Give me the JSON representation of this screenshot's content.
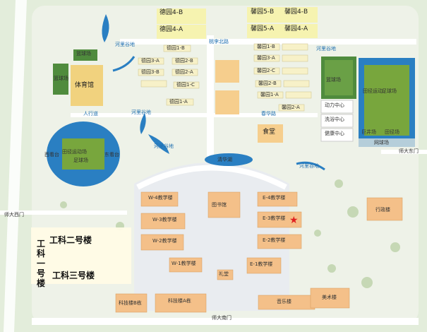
{
  "dorms": {
    "d4b": "德园4-B",
    "d4a": "德园4-A",
    "x5b": "馨园5-B",
    "x4b": "馨园4-B",
    "x5a": "馨园5-A",
    "x4a": "馨园4-A",
    "d1b": "德园1-B",
    "d3a": "德园3-A",
    "d2b": "德园2-B",
    "d3b": "德园3-B",
    "d2a": "德园2-A",
    "d1c": "德园1-C",
    "d1a": "德园1-A",
    "x1b": "馨园1-B",
    "x3a": "馨园3-A",
    "x2c": "馨园2-C",
    "x2b": "馨园2-B",
    "x1a": "馨园1-A",
    "x2a": "馨园2-A"
  },
  "places": {
    "basketball_ne": "篮球场",
    "basketball_w": "篮球场",
    "basketball_nw": "篮球场",
    "gym": "体育馆",
    "east_stand": "东看台",
    "west_stand": "西看台",
    "track_w": "田径运动场",
    "football": "足球场",
    "track_e": "田径运动",
    "football_e": "足球场",
    "tianjing_e": "田径场",
    "canteen": "食堂",
    "power": "动力中心",
    "bath": "洗浴中心",
    "health": "健康中心",
    "jujing": "巨井场",
    "net": "网球场",
    "lake": "清华湖",
    "library": "图书馆",
    "admin": "行政楼",
    "w4": "W-4教学楼",
    "w3": "W-3教学楼",
    "w2": "W-2教学楼",
    "w1": "W-1教学楼",
    "e4": "E-4教学楼",
    "e3": "E-3教学楼",
    "e2": "E-2教学楼",
    "e1": "E-1教学楼",
    "hall": "礼堂",
    "music": "音乐楼",
    "art": "美术楼",
    "tech_b": "科技楼B栋",
    "tech_a": "科技楼A栋"
  },
  "roads": {
    "north_road": "桃李北路",
    "spring_road": "春华路",
    "hegu1": "河里谷地",
    "hegu2": "河里谷地",
    "hegu3": "河里谷地",
    "hegu4": "河里谷地",
    "hegu5": "河里谷地",
    "walk": "人行道",
    "east_gate": "师大东门",
    "west_gate": "师大西门",
    "south_gate": "师大南门"
  },
  "overlay": {
    "eng2": "工科二号楼",
    "eng3": "工科三号楼",
    "eng1": "工科一号楼"
  }
}
